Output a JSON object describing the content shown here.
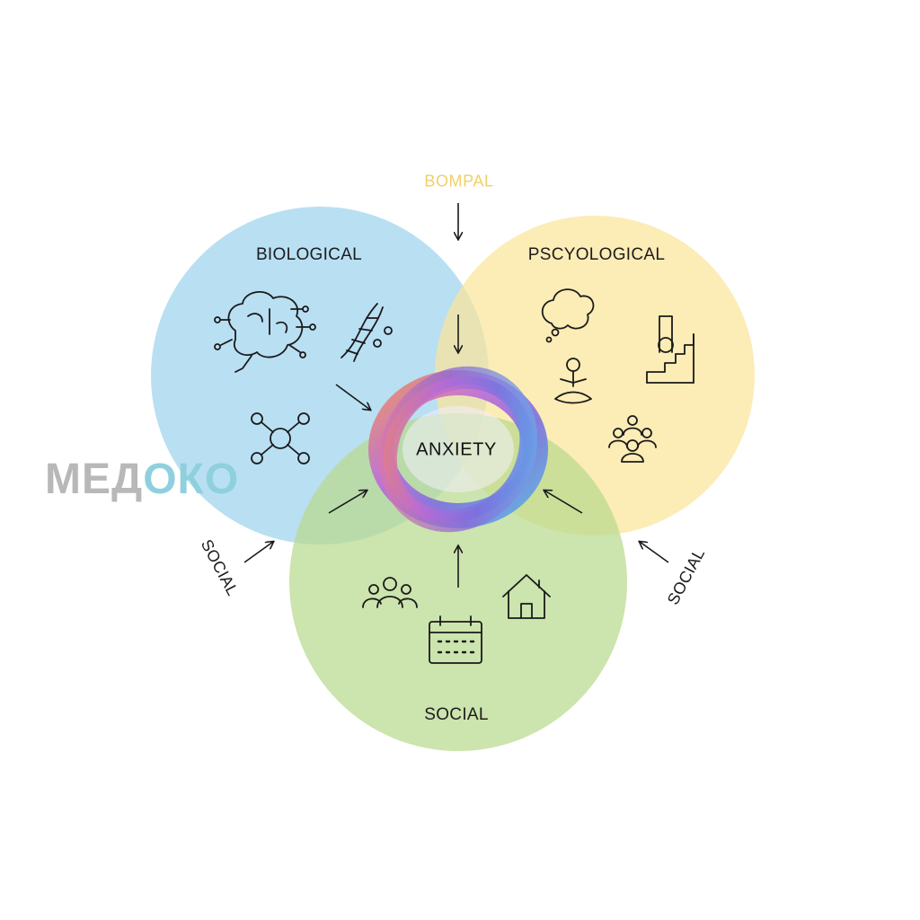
{
  "diagram": {
    "top_label": "BOMPAL",
    "center_label": "ANXIETY",
    "circles": [
      {
        "label": "BIOLOGICAL",
        "color": "#9ed2ef"
      },
      {
        "label": "PSCYOLOGICAL",
        "color": "#fbe59a"
      },
      {
        "label": "SOCIAL",
        "color": "#b9d98e"
      }
    ],
    "side_labels": {
      "left": "SOCIAL",
      "right": "SOCIAL"
    },
    "icons": {
      "biological": [
        "brain-circuit-icon",
        "dna-icon",
        "molecule-icon"
      ],
      "psychological": [
        "thought-bubble-icon",
        "meditation-icon",
        "stairs-goal-icon",
        "group-icon"
      ],
      "social": [
        "people-group-icon",
        "calendar-icon",
        "house-icon"
      ]
    }
  },
  "watermark": {
    "part1": "МЕД",
    "part2": "ОКО"
  }
}
